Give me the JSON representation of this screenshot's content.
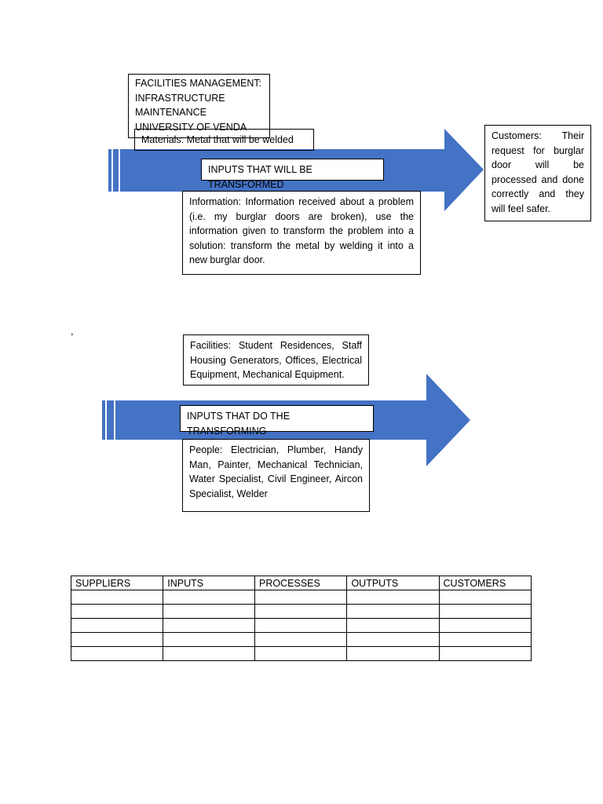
{
  "title_box": "FACILITIES MANAGEMENT: INFRASTRUCTURE MAINTENANCE UNIVERSITY OF VENDA",
  "top_arrow": {
    "materials": "Materials:   Metal that will be welded",
    "label": "INPUTS THAT WILL BE TRANSFORMED",
    "information": "Information: Information received about a problem (i.e. my burglar doors are broken), use the information given to transform the problem into a solution: transform the metal by welding it into a new burglar door."
  },
  "customers_box": "Customers: Their request for burglar door will be processed and done correctly and they will feel safer.",
  "stray_mark": ",",
  "bottom_arrow": {
    "facilities": "Facilities: Student Residences, Staff Housing Generators, Offices, Electrical Equipment, Mechanical Equipment.",
    "label": "INPUTS THAT DO THE TRANSFORMING",
    "people": "People: Electrician, Plumber, Handy Man, Painter, Mechanical Technician, Water Specialist, Civil Engineer, Aircon Specialist, Welder"
  },
  "sipoc_table": {
    "headers": [
      "SUPPLIERS",
      "INPUTS",
      "PROCESSES",
      "OUTPUTS",
      "CUSTOMERS"
    ],
    "empty_rows": 5
  },
  "colors": {
    "arrow_fill": "#4472C4",
    "border": "#000000"
  }
}
